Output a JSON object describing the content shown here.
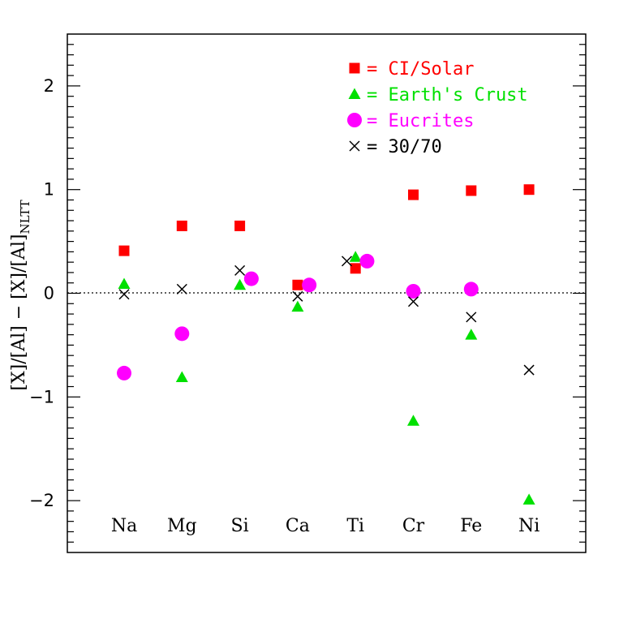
{
  "chart_data": {
    "type": "scatter",
    "ylabel": "[X]/[Al] − [X]/[Al]",
    "ylabel_subscript": "NLTT",
    "categories": [
      "Na",
      "Mg",
      "Si",
      "Ca",
      "Ti",
      "Cr",
      "Fe",
      "Ni"
    ],
    "ylim": [
      -2.5,
      2.5
    ],
    "yticks": [
      -2,
      -1,
      0,
      1,
      2
    ],
    "reference_line": 0,
    "legend_placement": "top-right",
    "series": [
      {
        "name": "CI/Solar",
        "legend_label": "= CI/Solar",
        "marker": "square",
        "color": "#ff0000",
        "values": [
          0.41,
          0.65,
          0.65,
          0.08,
          0.24,
          0.95,
          0.99,
          1.0
        ],
        "x_offsets": [
          0,
          0,
          0,
          0,
          0,
          0,
          0,
          0
        ]
      },
      {
        "name": "Earth's Crust",
        "legend_label": "= Earth's Crust",
        "marker": "triangle",
        "color": "#00e000",
        "values": [
          0.09,
          -0.81,
          0.08,
          -0.13,
          0.35,
          -1.23,
          -0.4,
          -1.99
        ],
        "x_offsets": [
          0,
          0,
          0,
          0,
          0,
          0,
          0,
          0
        ]
      },
      {
        "name": "Eucrites",
        "legend_label": "= Eucrites",
        "marker": "circle",
        "color": "#ff00ff",
        "values": [
          -0.77,
          -0.39,
          0.14,
          0.08,
          0.31,
          0.02,
          0.04,
          null
        ],
        "x_offsets": [
          0,
          0,
          0.2,
          0.2,
          0.2,
          0,
          0,
          0
        ]
      },
      {
        "name": "30/70",
        "legend_label": "= 30/70",
        "marker": "cross",
        "color": "#000000",
        "values": [
          -0.01,
          0.04,
          0.22,
          -0.03,
          0.31,
          -0.08,
          -0.23,
          -0.74
        ],
        "x_offsets": [
          0,
          0,
          0,
          0,
          -0.15,
          0,
          0,
          0
        ]
      }
    ]
  }
}
